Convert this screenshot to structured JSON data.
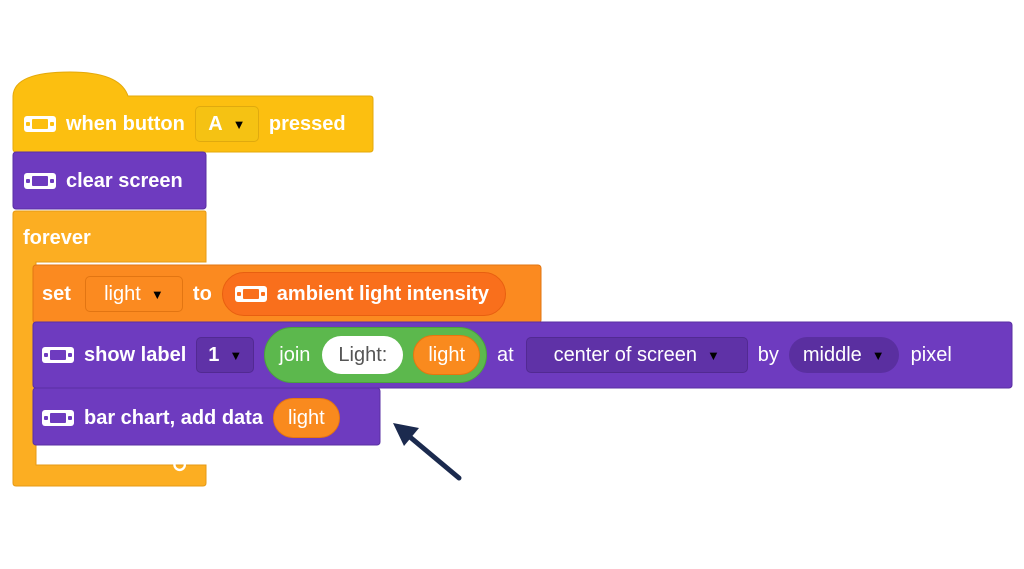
{
  "hat": {
    "label_when": "when button",
    "button_value": "A",
    "label_pressed": "pressed"
  },
  "clear": {
    "label": "clear screen"
  },
  "forever": {
    "label": "forever"
  },
  "set_block": {
    "label_set": "set",
    "variable": "light",
    "label_to": "to",
    "sensor": "ambient light intensity"
  },
  "show_label": {
    "label": "show label",
    "index": "1",
    "join": "join",
    "join_text": "Light:",
    "join_var": "light",
    "label_at": "at",
    "position": "center of screen",
    "label_by": "by",
    "align": "middle",
    "label_pixel": "pixel"
  },
  "bar_chart": {
    "label": "bar chart, add data",
    "value": "light"
  },
  "loop_arrow": "↻",
  "colors": {
    "event": "#fcbf10",
    "display": "#6e3bbf",
    "control": "#fcae22",
    "variable": "#f98b1f",
    "operator": "#5cb84d",
    "annotation_arrow": "#1b2a4e"
  },
  "icons": [
    "device-icon",
    "caret-down-icon",
    "loop-arrow-icon",
    "pointer-arrow-icon"
  ]
}
